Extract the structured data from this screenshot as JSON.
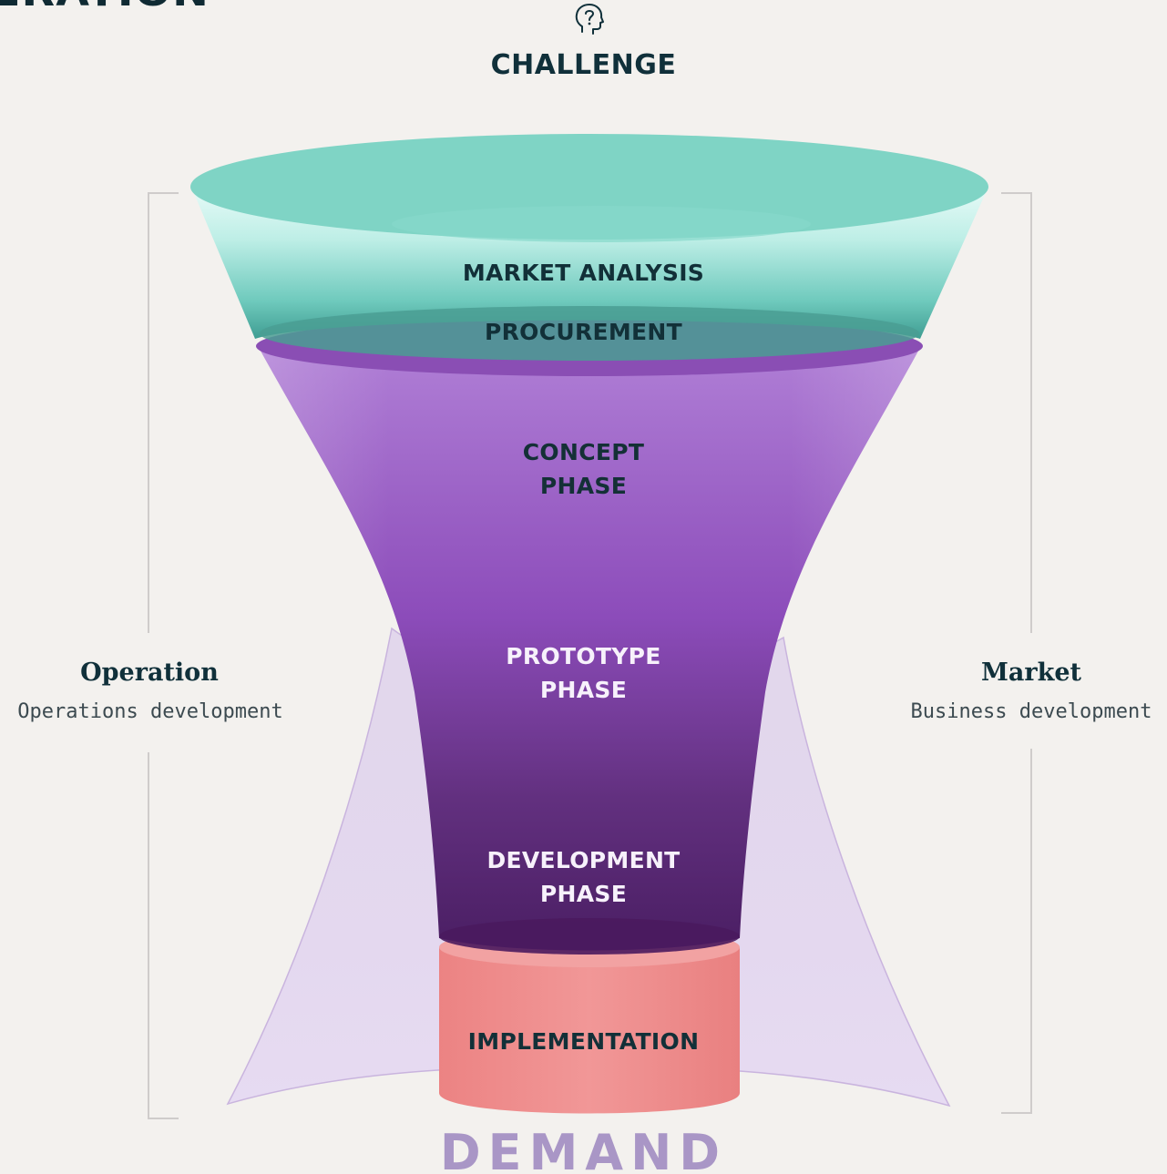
{
  "header": {
    "title_fragment": "ERATION"
  },
  "top": {
    "icon": "head-question-icon",
    "label": "CHALLENGE"
  },
  "funnel": {
    "stages": [
      {
        "lines": [
          "MARKET ANALYSIS"
        ],
        "color": "#6fcfc0"
      },
      {
        "lines": [
          "PROCUREMENT"
        ],
        "color": "#4fa79c"
      },
      {
        "lines": [
          "CONCEPT",
          "PHASE"
        ],
        "color": "#a070c6"
      },
      {
        "lines": [
          "PROTOTYPE",
          "PHASE"
        ],
        "color": "#7a3fa6"
      },
      {
        "lines": [
          "DEVELOPMENT",
          "PHASE"
        ],
        "color": "#54266f"
      },
      {
        "lines": [
          "IMPLEMENTATION"
        ],
        "color": "#ef8a8a"
      }
    ]
  },
  "left": {
    "title": "Operation",
    "subtitle": "Operations development"
  },
  "right": {
    "title": "Market",
    "subtitle": "Business development"
  },
  "bottom": {
    "label": "DEMAND"
  },
  "colors": {
    "background": "#f3f1ee",
    "teal": "#7dd5c6",
    "purple": "#8c4fb8",
    "plum": "#4b1f66",
    "coral": "#ef8a8a",
    "lavender": "#dccdec",
    "demand_text": "#a996c6",
    "ink": "#10303a"
  }
}
